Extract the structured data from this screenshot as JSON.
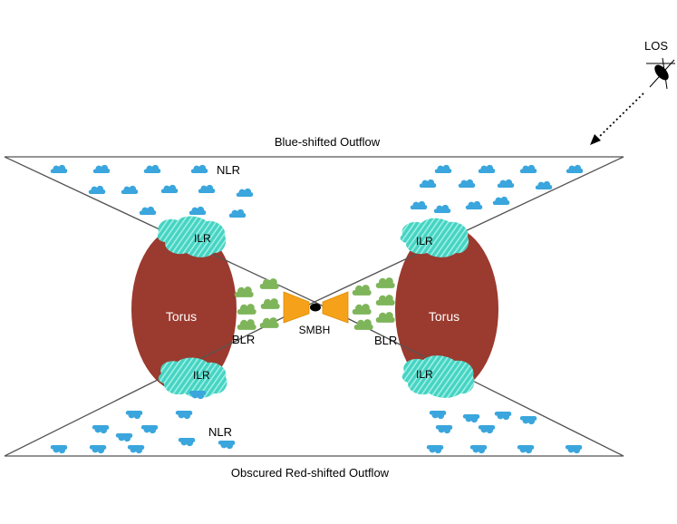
{
  "labels": {
    "top_title": "Blue-shifted Outflow",
    "bottom_title": "Obscured Red-shifted Outflow",
    "los": "LOS",
    "nlr": "NLR",
    "ilr": "ILR",
    "blr": "BLR",
    "torus": "Torus",
    "smbh": "SMBH"
  },
  "icons": {
    "blue_cloud": "cloud-icon",
    "green_cloud": "cloud-icon",
    "observer": "eye-icon"
  },
  "colors": {
    "torus": "#9b3a2e",
    "blue_cloud": "#3aa6dd",
    "green_cloud": "#7fb55a",
    "ilr": "#46d3c3",
    "jet": "#f5a21a",
    "cone_stroke": "#555555"
  }
}
